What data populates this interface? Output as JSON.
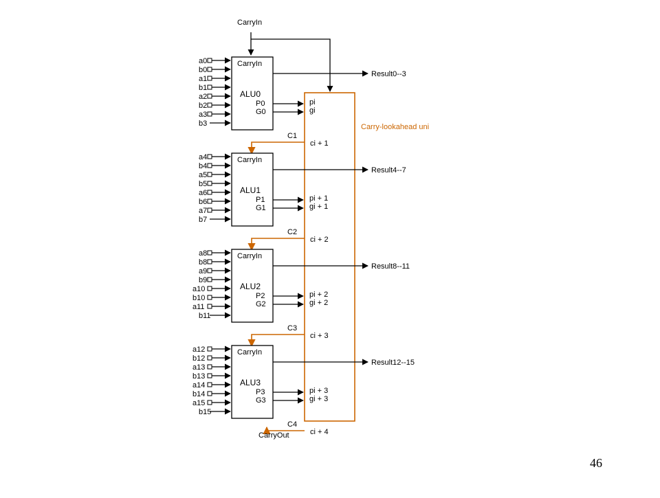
{
  "diagram": {
    "carry_in_top": "CarryIn",
    "carry_out": "CarryOut",
    "cla_label": "Carry-lookahead uni",
    "alus": [
      {
        "name": "ALU0",
        "carry_in": "CarryIn",
        "p": "P0",
        "g": "G0",
        "inputs": [
          "a0",
          "b0",
          "a1",
          "b1",
          "a2",
          "b2",
          "a3",
          "b3"
        ],
        "pi": "pi",
        "gi": "gi",
        "result": "Result0--3"
      },
      {
        "name": "ALU1",
        "carry_in": "CarryIn",
        "p": "P1",
        "g": "G1",
        "inputs": [
          "a4",
          "b4",
          "a5",
          "b5",
          "a6",
          "b6",
          "a7",
          "b7"
        ],
        "pi": "pi + 1",
        "gi": "gi + 1",
        "result": "Result4--7"
      },
      {
        "name": "ALU2",
        "carry_in": "CarryIn",
        "p": "P2",
        "g": "G2",
        "inputs": [
          "a8",
          "b8",
          "a9",
          "b9",
          "a10",
          "b10",
          "a11",
          "b11"
        ],
        "pi": "pi + 2",
        "gi": "gi + 2",
        "result": "Result8--11"
      },
      {
        "name": "ALU3",
        "carry_in": "CarryIn",
        "p": "P3",
        "g": "G3",
        "inputs": [
          "a12",
          "b12",
          "a13",
          "b13",
          "a14",
          "b14",
          "a15",
          "b15"
        ],
        "pi": "pi + 3",
        "gi": "gi + 3",
        "result": "Result12--15"
      }
    ],
    "carries": [
      {
        "c": "C1",
        "ci": "ci + 1"
      },
      {
        "c": "C2",
        "ci": "ci + 2"
      },
      {
        "c": "C3",
        "ci": "ci + 3"
      },
      {
        "c": "C4",
        "ci": "ci + 4"
      }
    ]
  },
  "page_number": "46",
  "colors": {
    "wire": "#000000",
    "cla": "#cc6600"
  }
}
